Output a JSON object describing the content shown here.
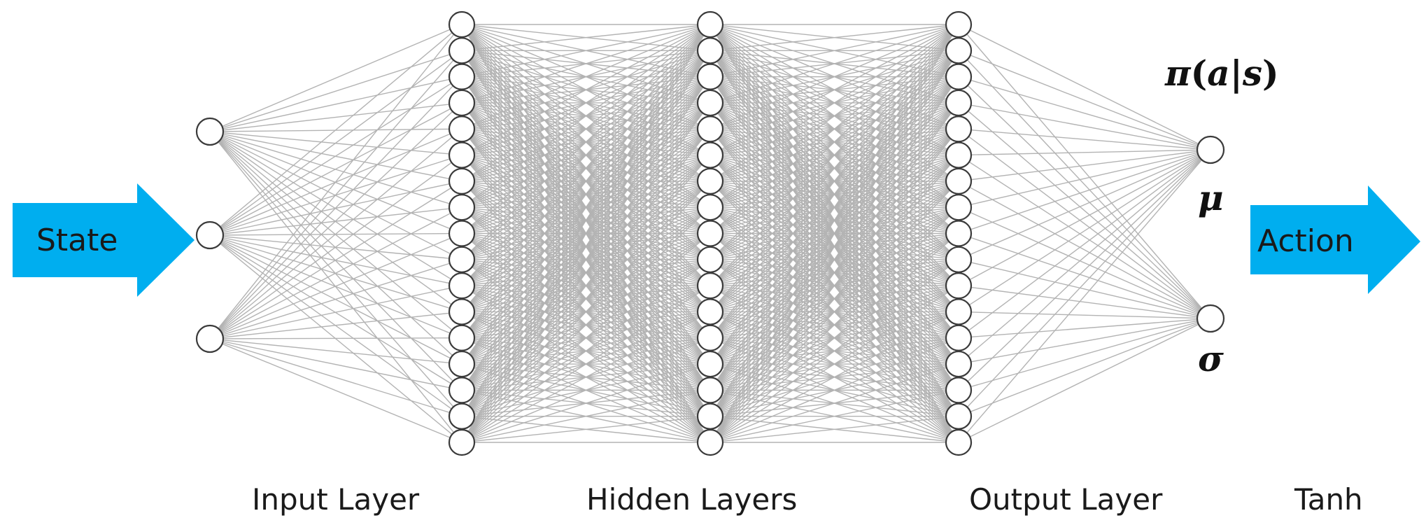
{
  "state_arrow": {
    "label": "State",
    "color": "#00aeef"
  },
  "action_arrow": {
    "label": "Action",
    "color": "#00aeef"
  },
  "layer_labels": {
    "input": "Input Layer",
    "hidden": "Hidden Layers",
    "output": "Output Layer",
    "activation": "Tanh"
  },
  "output_labels": {
    "policy": {
      "pi": "π",
      "open": "(",
      "a": "a",
      "bar": "|",
      "s": "s",
      "close": ")"
    },
    "mu": "μ",
    "sigma": "σ"
  },
  "network": {
    "layers": [
      {
        "name": "input",
        "nodes": 3
      },
      {
        "name": "hidden-1",
        "nodes": 17
      },
      {
        "name": "hidden-2",
        "nodes": 17
      },
      {
        "name": "hidden-3",
        "nodes": 17
      },
      {
        "name": "output",
        "nodes": 2
      }
    ]
  }
}
